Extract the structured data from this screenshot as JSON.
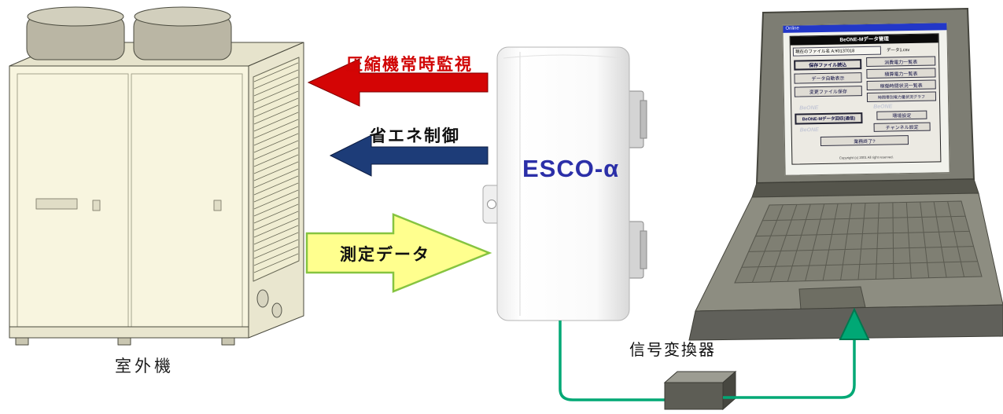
{
  "labels": {
    "outdoor_unit": "室外機",
    "compressor_monitoring": "圧縮機常時監視",
    "energy_saving_control": "省エネ制御",
    "measurement_data": "測定データ",
    "device_name": "ESCO-α",
    "signal_converter": "信号変換器"
  },
  "laptop_screen": {
    "os_titlebar_text": "Online",
    "window_title": "BeONE-Mデータ管理",
    "file_field": "現在のファイル名 A:¥0137018",
    "file_value": "データ1.csv",
    "buttons_left": [
      "保存ファイル読込",
      "データ自動表示",
      "変更ファイル保存"
    ],
    "buttons_right": [
      "消費電力一覧表",
      "積算電力一覧表",
      "稼働時間状況一覧表",
      "時間帯別電力量状況グラフ"
    ],
    "collect_button": "BeONE-Mデータ回収(通信)",
    "env_button": "環境設定",
    "channel_button": "チャンネル設定",
    "exit_button": "業務終了?",
    "watermark": "BeONE",
    "copyright": "Copyright (c) 2001 All right reserved."
  },
  "colors": {
    "monitor_arrow_red": "#d40505",
    "control_arrow_navy": "#1d3c78",
    "data_arrow_fill": "#ffff8e",
    "data_arrow_border": "#86c440",
    "cable_green": "#00a875",
    "device_name_blue": "#2b2fa8"
  }
}
